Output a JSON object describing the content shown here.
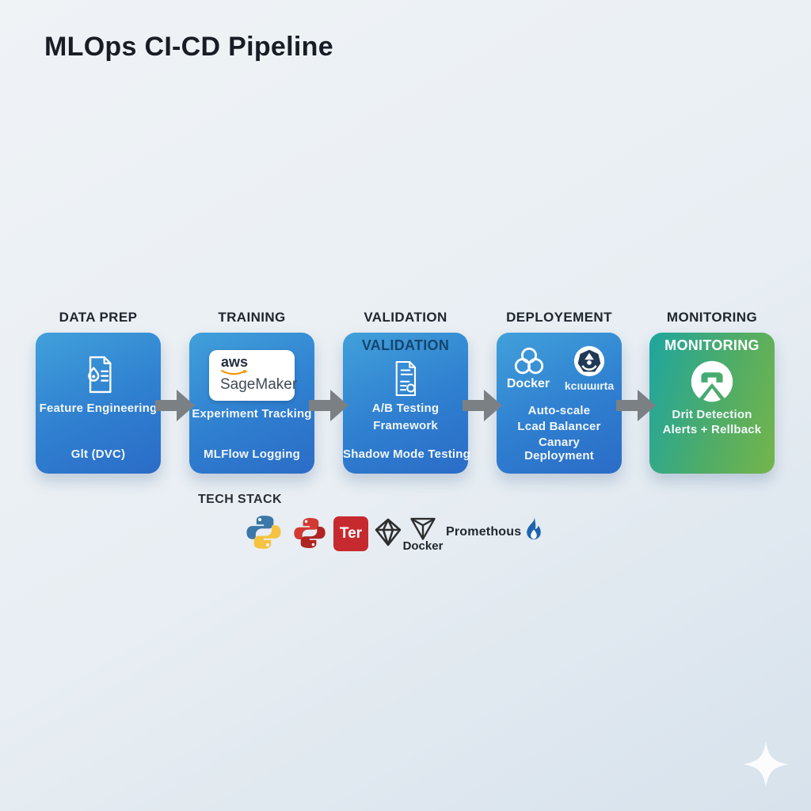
{
  "title": "MLOps CI-CD Pipeline",
  "pipeline": {
    "stages": [
      {
        "label": "DATA PREP",
        "lines": {
          "l1": "Feature Engineering",
          "l2": "Glt (DVC)"
        }
      },
      {
        "label": "TRAINING",
        "badge": {
          "brand": "aws",
          "product": "SageMaker"
        },
        "lines": {
          "l1": "Experiment Tracking",
          "l2": "MLFlow Logging"
        }
      },
      {
        "label": "VALIDATION",
        "card_header": "VALIDATION",
        "lines": {
          "l1": "A/B Testing",
          "l2": "Framework",
          "l3": "Shadow Mode Testing"
        }
      },
      {
        "label": "DEPLOYEMENT",
        "icon_labels": {
          "container": "Docker",
          "orchestrator": "kcıuɯırta"
        },
        "lines": {
          "l1": "Auto-scale",
          "l2": "Lcad Balancer",
          "l3": "Canary",
          "l4": "Deployment"
        }
      },
      {
        "label": "MONITORING",
        "card_header": "MONITORING",
        "lines": {
          "l1": "Drit Detection",
          "l2": "Alerts + Rellback"
        }
      }
    ]
  },
  "tech_stack": {
    "label": "TECH STACK",
    "terraform_badge_text": "Ter",
    "docker_label": "Docker",
    "prometheus_label": "Promethous"
  },
  "colors": {
    "card_blue_start": "#41a0da",
    "card_blue_end": "#2b6cc7",
    "card_green_start": "#1ea6a0",
    "card_green_end": "#74b54b",
    "arrow_gray": "#7b8085",
    "aws_orange": "#f79400",
    "python_blue": "#3b77a8",
    "python_yellow": "#f5c242",
    "terraform_red": "#c62a2f",
    "flame_blue": "#1f64ae"
  }
}
